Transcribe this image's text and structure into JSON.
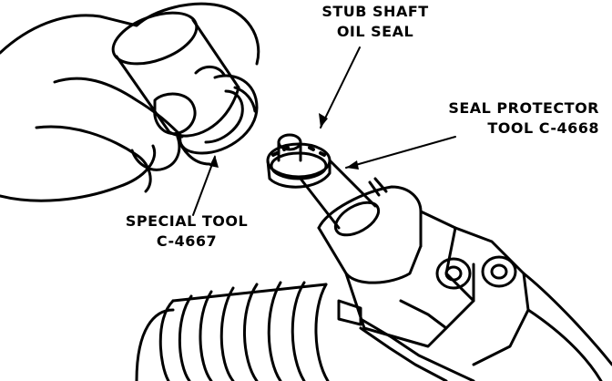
{
  "labels": {
    "stub_shaft": {
      "line1": "STUB SHAFT",
      "line2": "OIL SEAL"
    },
    "seal_protector": {
      "line1": "SEAL PROTECTOR",
      "line2": "TOOL C-4668"
    },
    "special_tool": {
      "line1": "SPECIAL TOOL",
      "line2": "C-4667"
    }
  }
}
